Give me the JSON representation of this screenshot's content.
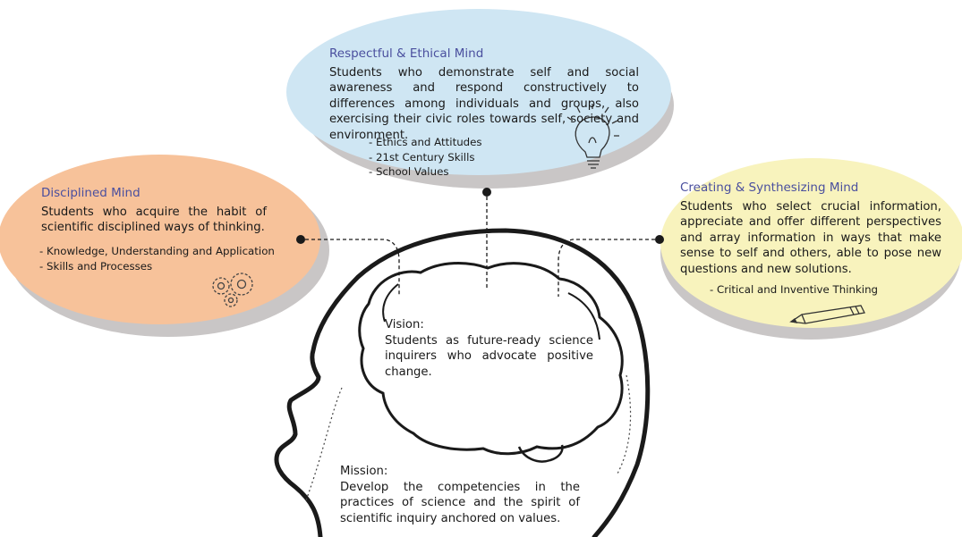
{
  "respectful": {
    "title": "Respectful & Ethical Mind",
    "description": "Students who demonstrate self and social awareness and respond constructively to differences among individuals and groups, also exercising their civic roles towards self, society and environment.",
    "points": [
      "Ethics and Attitudes",
      "21st Century Skills",
      "School Values"
    ],
    "icon": "lightbulb-icon",
    "color": "#cfe6f3"
  },
  "disciplined": {
    "title": "Disciplined Mind",
    "description": "Students who acquire the habit of scientific disciplined ways of thinking.",
    "points": [
      "Knowledge, Understanding and Application",
      "Skills and Processes"
    ],
    "icon": "gears-icon",
    "color": "#f7c29a"
  },
  "creating": {
    "title": "Creating & Synthesizing Mind",
    "description": "Students who select crucial information, appreciate and offer different perspectives and array information in ways that make sense to self and others, able to pose new questions and new solutions.",
    "points": [
      "Critical and Inventive Thinking"
    ],
    "icon": "pencil-icon",
    "color": "#f8f3bd"
  },
  "vision": {
    "title": "Vision:",
    "text": "Students as future-ready science inquirers who advocate positive change."
  },
  "mission": {
    "title": "Mission:",
    "text": "Develop the competencies in the practices of science and the spirit of scientific inquiry anchored on values."
  }
}
